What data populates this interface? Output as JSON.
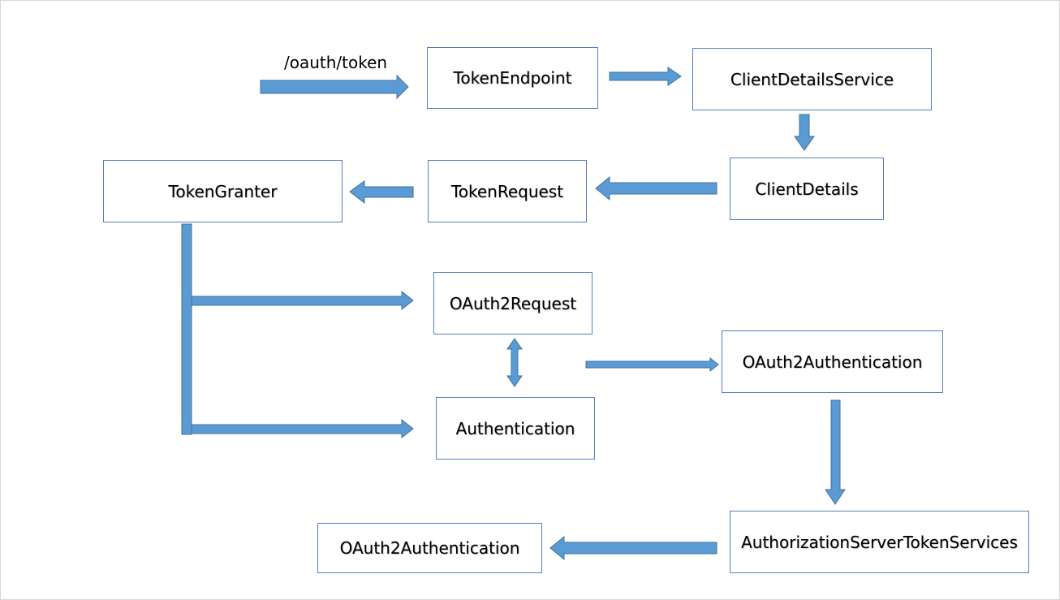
{
  "diagram": {
    "entry_label": "/oauth/token",
    "nodes": {
      "token_endpoint": "TokenEndpoint",
      "client_details_service": "ClientDetailsService",
      "client_details": "ClientDetails",
      "token_request": "TokenRequest",
      "token_granter": "TokenGranter",
      "oauth2_request": "OAuth2Request",
      "authentication": "Authentication",
      "oauth2_authentication": "OAuth2Authentication",
      "authorization_server_token_services": "AuthorizationServerTokenServices",
      "oauth2_authentication_result": "OAuth2Authentication"
    },
    "edges": [
      {
        "from": "entry",
        "to": "token_endpoint"
      },
      {
        "from": "token_endpoint",
        "to": "client_details_service"
      },
      {
        "from": "client_details_service",
        "to": "client_details"
      },
      {
        "from": "client_details",
        "to": "token_request"
      },
      {
        "from": "token_request",
        "to": "token_granter"
      },
      {
        "from": "token_granter",
        "to": "oauth2_request"
      },
      {
        "from": "token_granter",
        "to": "authentication"
      },
      {
        "from": "oauth2_request",
        "to": "authentication",
        "bidirectional": true
      },
      {
        "from": "oauth2_request",
        "to": "oauth2_authentication"
      },
      {
        "from": "oauth2_authentication",
        "to": "authorization_server_token_services"
      },
      {
        "from": "authorization_server_token_services",
        "to": "oauth2_authentication_result"
      }
    ],
    "colors": {
      "arrow_fill": "#5b9bd5",
      "arrow_stroke": "#41719c",
      "box_border": "#4f81bd"
    }
  }
}
